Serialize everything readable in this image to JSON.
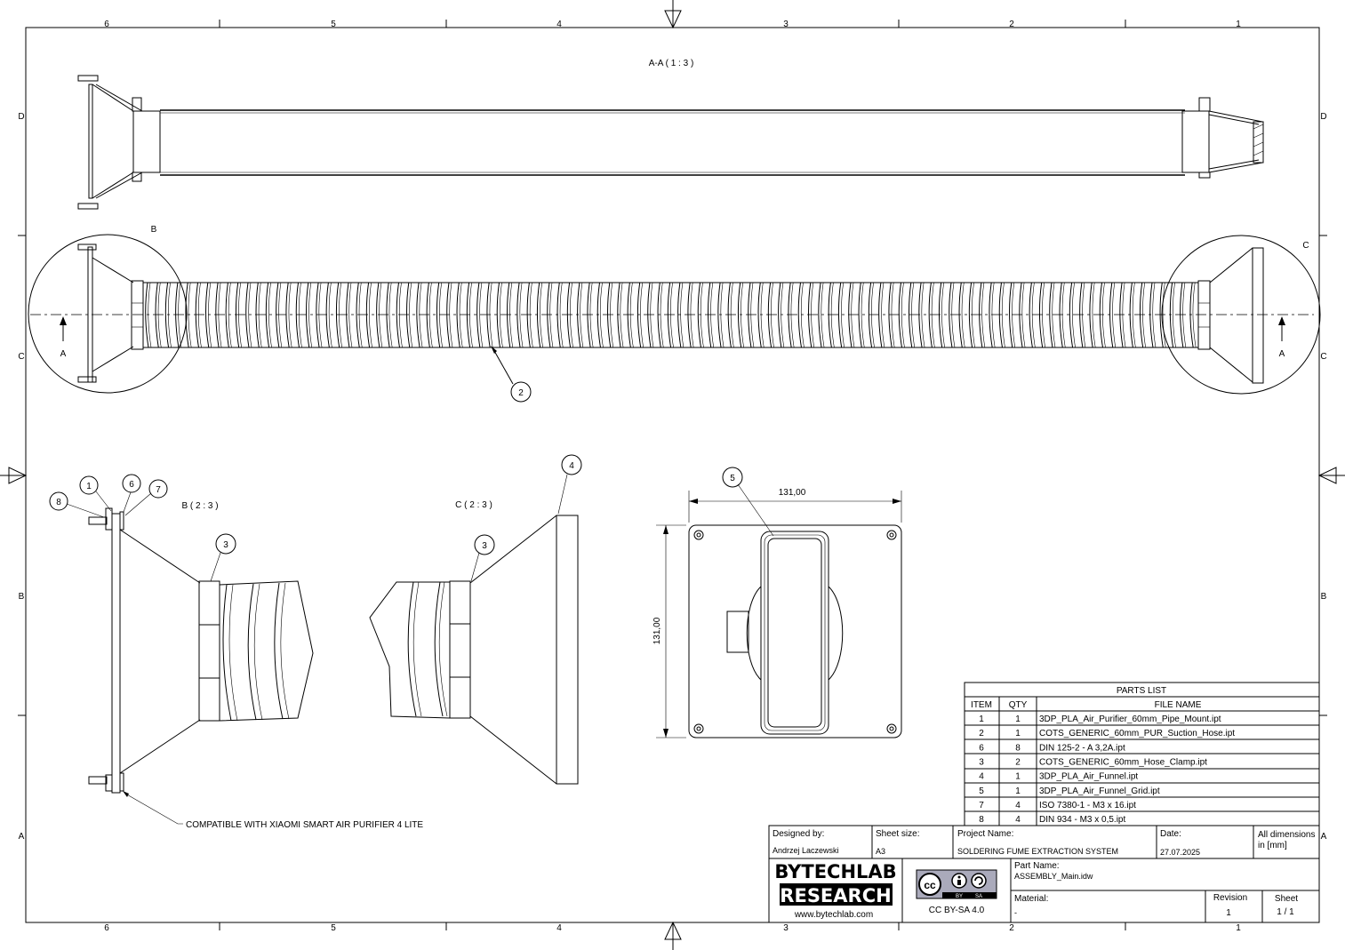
{
  "frame": {
    "col_labels": [
      "6",
      "5",
      "4",
      "3",
      "2",
      "1"
    ],
    "row_labels": [
      "D",
      "C",
      "B",
      "A"
    ]
  },
  "views": {
    "section_aa": "A-A ( 1 : 3 )",
    "detail_b_title": "B ( 2 : 3 )",
    "detail_c_title": "C ( 2 : 3 )",
    "detail_b_marker": "B",
    "detail_c_marker": "C",
    "section_arrow_left": "A",
    "section_arrow_right": "A"
  },
  "balloons": [
    "2",
    "1",
    "6",
    "7",
    "8",
    "3",
    "3",
    "4",
    "5"
  ],
  "dimensions": {
    "width": "131,00",
    "height": "131,00"
  },
  "note": "COMPATIBLE WITH XIAOMI SMART AIR PURIFIER 4 LITE",
  "parts_list": {
    "title": "PARTS LIST",
    "headers": [
      "ITEM",
      "QTY",
      "FILE NAME"
    ],
    "rows": [
      [
        "1",
        "1",
        "3DP_PLA_Air_Purifier_60mm_Pipe_Mount.ipt"
      ],
      [
        "2",
        "1",
        "COTS_GENERIC_60mm_PUR_Suction_Hose.ipt"
      ],
      [
        "6",
        "8",
        "DIN 125-2 - A 3,2A.ipt"
      ],
      [
        "3",
        "2",
        "COTS_GENERIC_60mm_Hose_Clamp.ipt"
      ],
      [
        "4",
        "1",
        "3DP_PLA_Air_Funnel.ipt"
      ],
      [
        "5",
        "1",
        "3DP_PLA_Air_Funnel_Grid.ipt"
      ],
      [
        "7",
        "4",
        "ISO 7380-1 - M3 x 16.ipt"
      ],
      [
        "8",
        "4",
        "DIN 934 - M3 x 0,5.ipt"
      ]
    ]
  },
  "title_block": {
    "designed_by_label": "Designed by:",
    "designed_by": "Andrzej Laczewski",
    "sheet_size_label": "Sheet size:",
    "sheet_size": "A3",
    "project_name_label": "Project Name:",
    "project_name": "SOLDERING FUME EXTRACTION SYSTEM",
    "date_label": "Date:",
    "date": "27.07.2025",
    "units_note_line1": "All dimensions",
    "units_note_line2": "in [mm]",
    "logo_line1": "BYTECHLAB",
    "logo_line2": "RESEARCH",
    "website": "www.bytechlab.com",
    "license": "CC BY-SA 4.0",
    "license_badge_by": "BY",
    "license_badge_sa": "SA",
    "license_badge_cc": "cc",
    "part_name_label": "Part Name:",
    "part_name": "ASSEMBLY_Main.idw",
    "material_label": "Material:",
    "material": "-",
    "revision_label": "Revision",
    "revision": "1",
    "sheet_label": "Sheet",
    "sheet": "1 / 1"
  },
  "icons": [
    "creative-commons-icon",
    "attribution-icon",
    "share-alike-icon"
  ]
}
